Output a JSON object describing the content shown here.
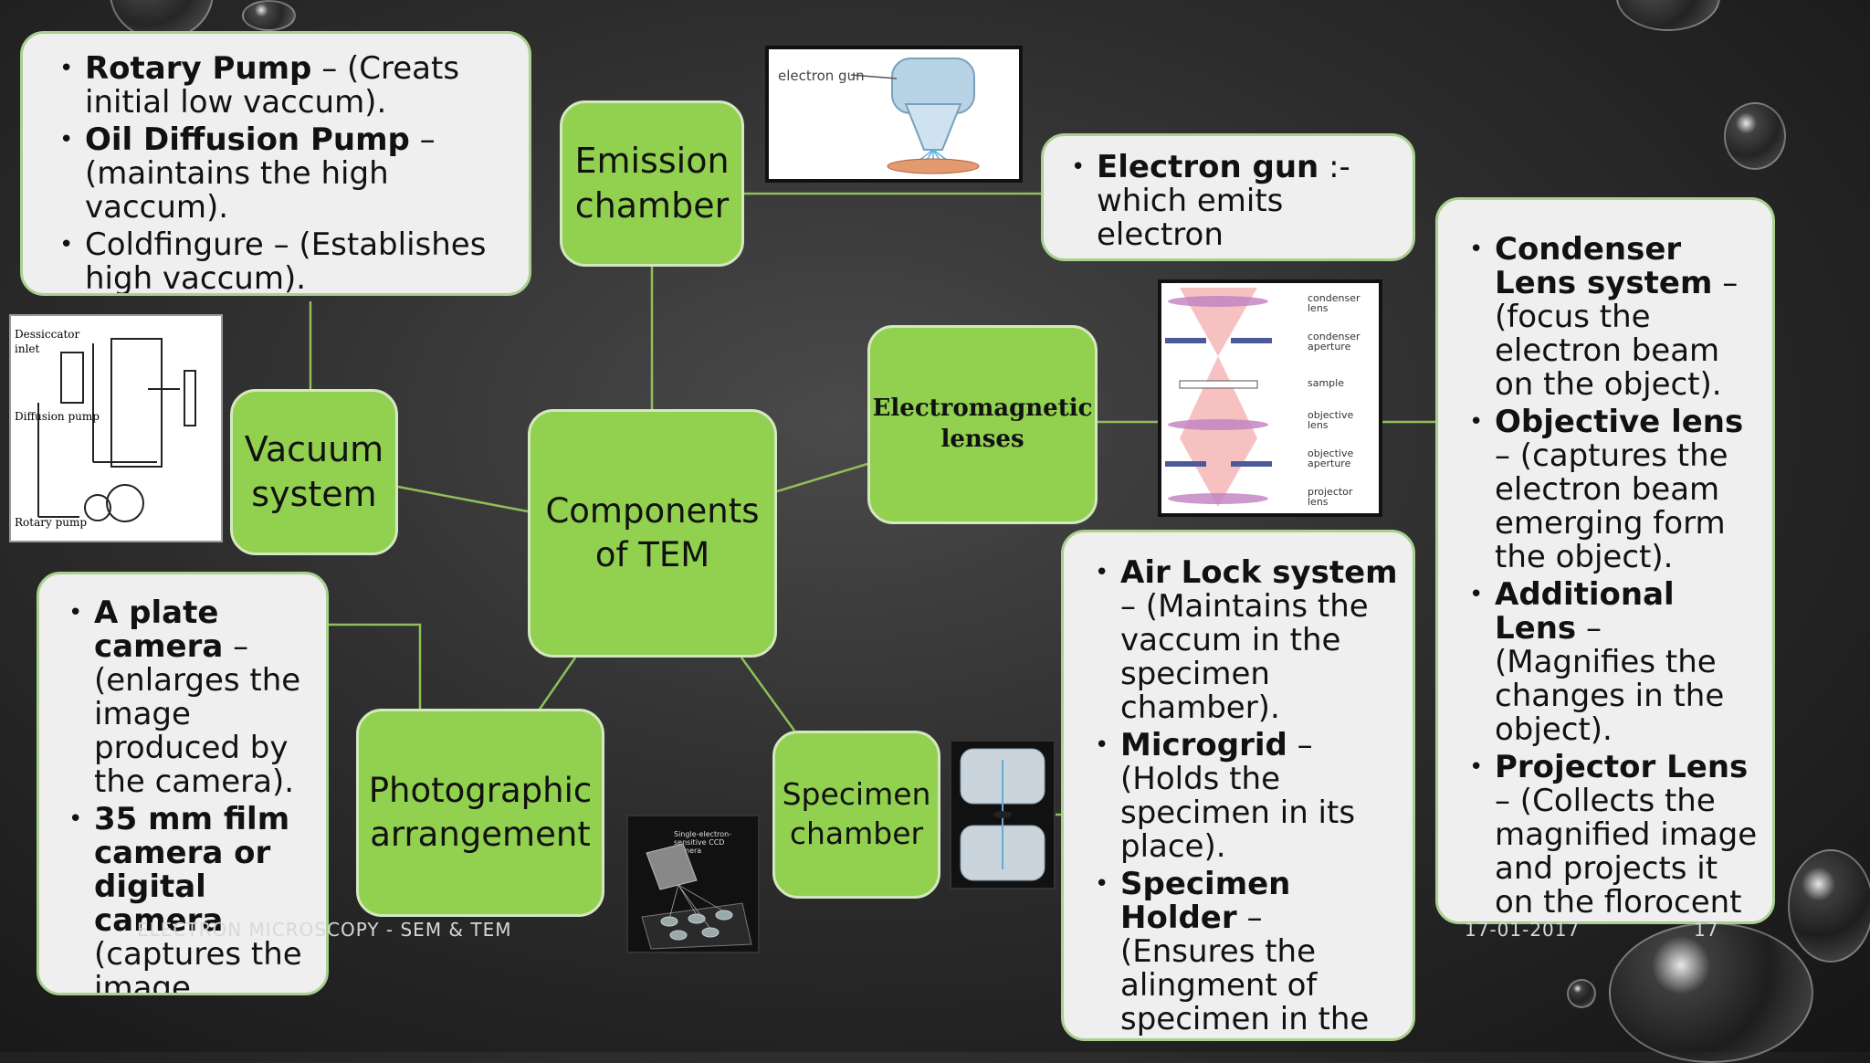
{
  "center": "Components of TEM",
  "nodes": {
    "emission": "Emission chamber",
    "vacuum": "Vacuum system",
    "electromagnetic": "Electromagnetic lenses",
    "photographic": "Photographic arrangement",
    "specimen": "Specimen chamber"
  },
  "vacuum_box": [
    {
      "bold": "Rotary Pump",
      "rest": " – (Creats initial low vaccum)."
    },
    {
      "bold": "Oil Diffusion Pump",
      "rest": " – (maintains the high vaccum)."
    },
    {
      "bold": "",
      "rest": "Coldfingure – (Establishes high vaccum)."
    }
  ],
  "electron_gun_box": [
    {
      "bold": "Electron gun",
      "rest": " :- which emits electron"
    }
  ],
  "lens_box": [
    {
      "bold": "Condenser Lens system",
      "rest": " – (focus the electron beam on the object)."
    },
    {
      "bold": "Objective lens",
      "rest": " – (captures the electron beam emerging  form the object)."
    },
    {
      "bold": "Additional Lens",
      "rest": " – (Magnifies the changes in the object)."
    },
    {
      "bold": "Projector Lens",
      "rest": " – (Collects the magnified image and projects it on the florocent screen)"
    }
  ],
  "specimen_box": [
    {
      "bold": "Air Lock system",
      "rest": " – (Maintains the vaccum in the specimen chamber)."
    },
    {
      "bold": "Microgrid",
      "rest": " – (Holds the specimen in its place)."
    },
    {
      "bold": "Specimen Holder",
      "rest": " – (Ensures the alingment of specimen in the path of electron)"
    }
  ],
  "camera_box": [
    {
      "bold": "A plate camera",
      "rest": " – (enlarges the image produced by the camera)."
    },
    {
      "bold": "35 mm film camera or digital camera",
      "rest": " (captures the image"
    }
  ],
  "images": {
    "electron_gun_label": "electron gun",
    "vacuum_labels": [
      "Dessiccator inlet",
      "Diffusion pump",
      "Rotary pump"
    ],
    "lens_labels": [
      "condenser lens",
      "condenser aperture",
      "sample",
      "objective lens",
      "objective aperture",
      "projector lens"
    ],
    "ccd_label": "Single-electron-sensitive CCD camera"
  },
  "footer": {
    "title": "ELECTRON MICROSCOPY - SEM & TEM",
    "date": "17-01-2017",
    "page": "17"
  },
  "colors": {
    "node": "#92d050",
    "box": "#efefef",
    "line": "#8fbf5a"
  }
}
